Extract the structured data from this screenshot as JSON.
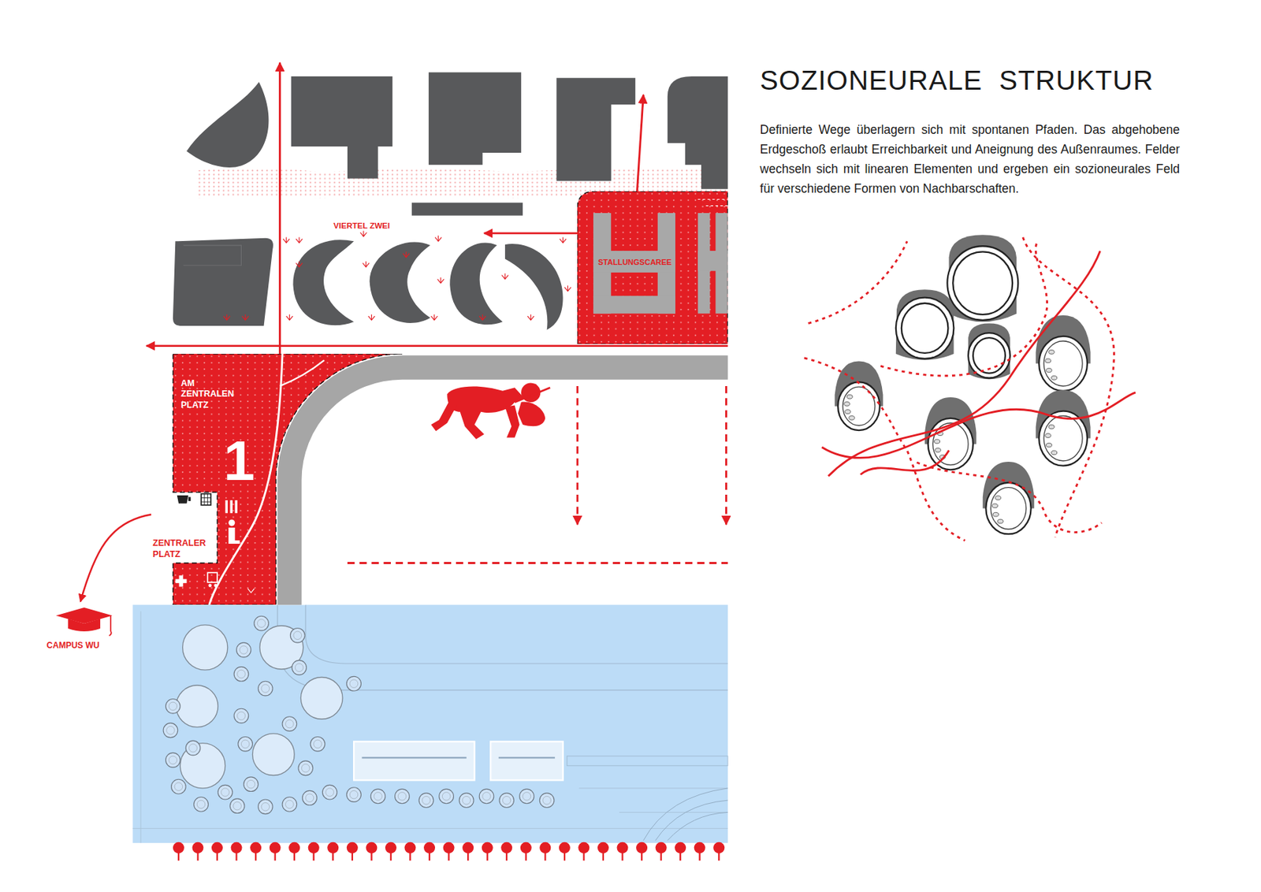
{
  "diagram": {
    "title": "SOZIONEURALE STRUKTUR",
    "caption": "Definierte Wege überlagern sich mit spontanen Pfaden. Das abgehobene Erdgeschoß erlaubt Erreichbarkeit und Aneignung des Außenraumes. Felder wechseln sich mit linearen Elementen und ergeben ein sozioneurales Feld für verschiedene Formen von Nachbarschaften.",
    "nodes": [
      {
        "text": [
          "STALLUNGSCAREE"
        ]
      },
      {
        "text": [
          "AM ZENTRALEN PLATZ",
          "1",
          "ZENTRALER PLATZ"
        ]
      },
      {
        "text": [
          "CAMPUS WU"
        ]
      }
    ],
    "edges": [
      {
        "from": 1,
        "to": 2,
        "arrow": "to"
      }
    ],
    "labels": [
      "VIERTEL ZWEI"
    ]
  }
}
